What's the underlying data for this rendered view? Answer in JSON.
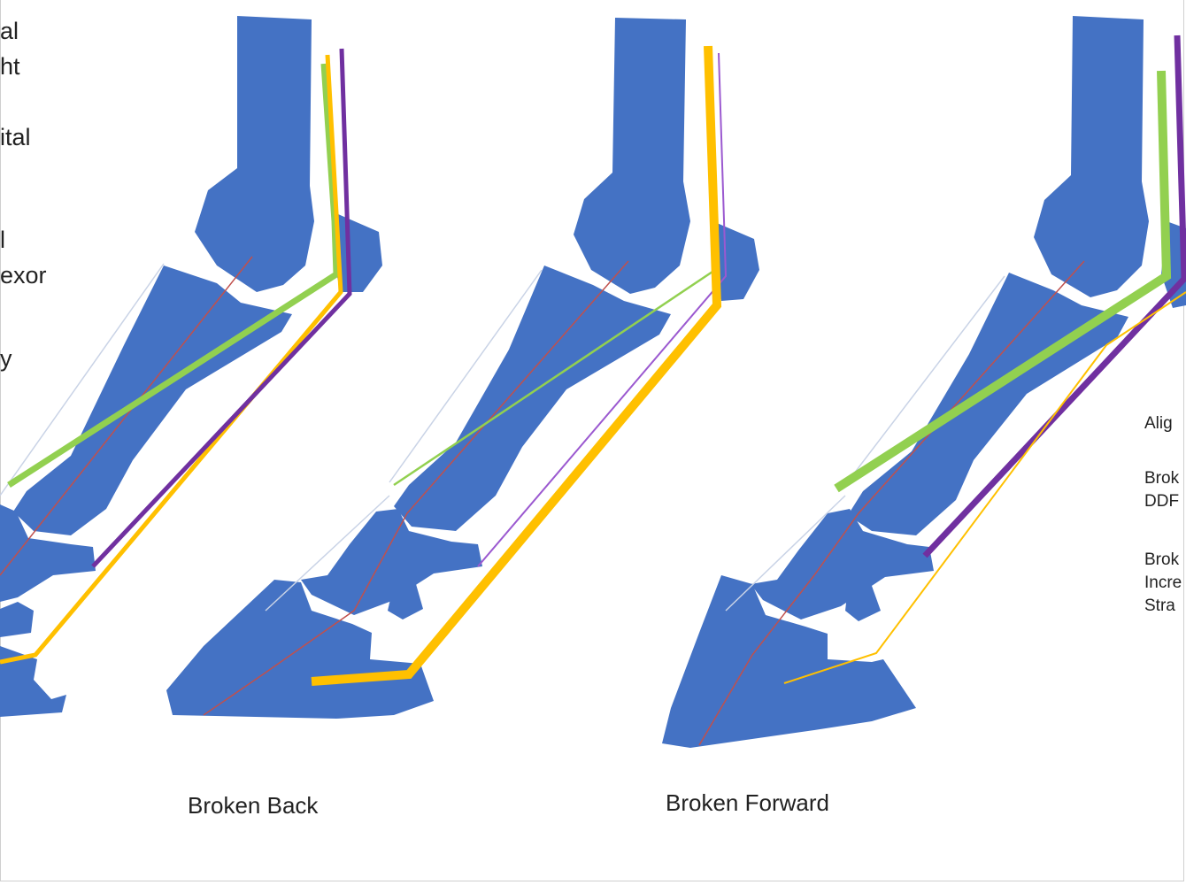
{
  "colors": {
    "bone": "#4472c4",
    "flexor_green": "#92d050",
    "purple": "#7030a0",
    "orange": "#ffc000",
    "axis_red": "#c0504d",
    "outline": "#c9d3e6"
  },
  "left_legend_fragments": [
    {
      "id": "l1",
      "text": "al"
    },
    {
      "id": "l2",
      "text": "ht"
    },
    {
      "id": "l3",
      "text": "ital"
    },
    {
      "id": "l4",
      "text": "l"
    },
    {
      "id": "l5",
      "text": "exor"
    },
    {
      "id": "l6",
      "text": "y"
    }
  ],
  "right_legend_fragments": [
    {
      "id": "r1",
      "text": "Alig"
    },
    {
      "id": "r2",
      "text": "Brok"
    },
    {
      "id": "r3",
      "text": "DDF"
    },
    {
      "id": "r4",
      "text": "Brok"
    },
    {
      "id": "r5",
      "text": "Incre"
    },
    {
      "id": "r6",
      "text": "Stra"
    }
  ],
  "captions": {
    "broken_back": "Broken Back",
    "broken_forward": "Broken Forward"
  }
}
